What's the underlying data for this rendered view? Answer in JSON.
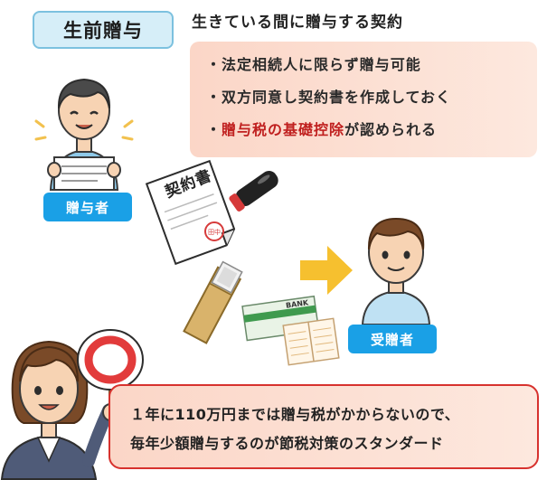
{
  "header": {
    "title": "生前贈与",
    "subtitle": "生きている間に贈与する契約"
  },
  "conditions": {
    "items": [
      {
        "prefix": "・",
        "text": "法定相続人に限らず贈与可能",
        "highlight": ""
      },
      {
        "prefix": "・",
        "text": "双方同意し契約書を作成しておく",
        "highlight": ""
      },
      {
        "prefix": "・",
        "highlight": "贈与税の基礎控除",
        "text": "が認められる"
      }
    ]
  },
  "giver": {
    "label": "贈与者"
  },
  "receiver": {
    "label": "受贈者"
  },
  "contract": {
    "title": "契約書",
    "stamp": "田中"
  },
  "bankbook": {
    "label": "BANK"
  },
  "note": {
    "line1": "１年に110万円までは贈与税がかからないので、",
    "line2": "毎年少額贈与するのが節税対策のスタンダード"
  },
  "colors": {
    "accent_blue": "#1aa0e6",
    "title_bg": "#d6eef8",
    "condition_bg": "#fbd6c7",
    "highlight_red": "#c0201f",
    "arrow_yellow": "#f6c02f"
  },
  "icons": [
    "giver-person-icon",
    "contract-document-icon",
    "hanko-seal-icon",
    "bankbook-icon",
    "passbook-icon",
    "cash-envelope-icon",
    "arrow-right-icon",
    "receiver-person-icon",
    "advisor-woman-icon",
    "maru-sign-icon"
  ]
}
